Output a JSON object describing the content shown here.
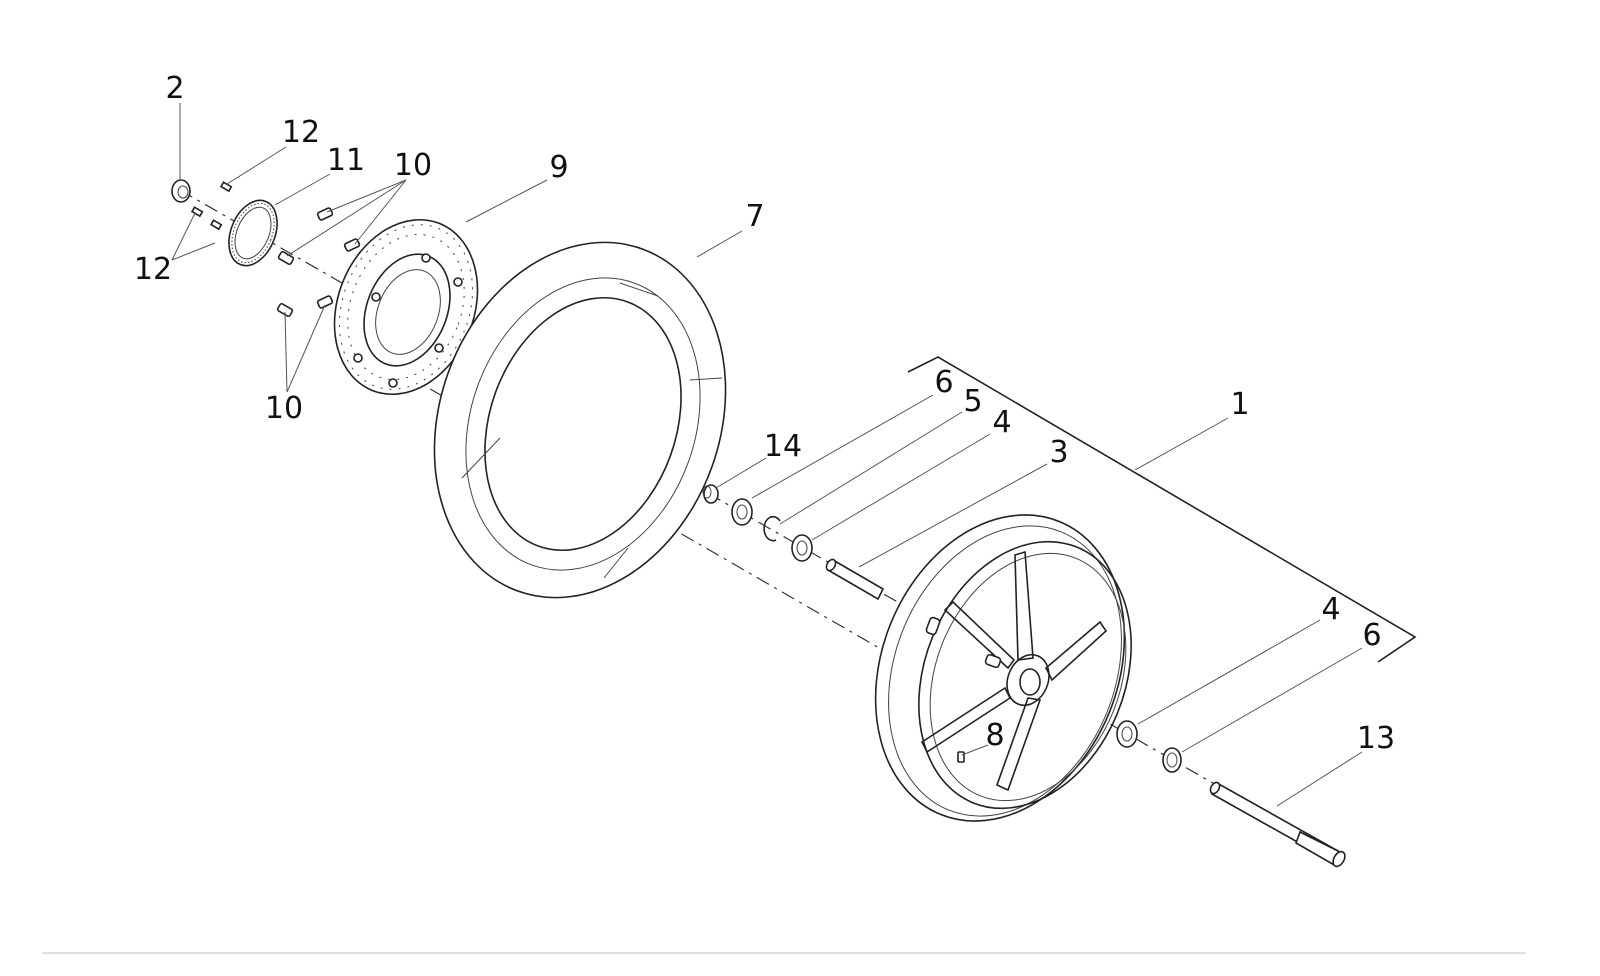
{
  "diagram": {
    "callouts": {
      "c1": "1",
      "c2": "2",
      "c3": "3",
      "c4a": "4",
      "c4b": "4",
      "c5": "5",
      "c6a": "6",
      "c6b": "6",
      "c7": "7",
      "c8": "8",
      "c9": "9",
      "c10a": "10",
      "c10b": "10",
      "c11": "11",
      "c12a": "12",
      "c12b": "12",
      "c13": "13",
      "c14": "14"
    },
    "colors": {
      "line": "#222222",
      "leader": "#555555",
      "text": "#111111",
      "footer_rule": "#cccccc"
    }
  }
}
